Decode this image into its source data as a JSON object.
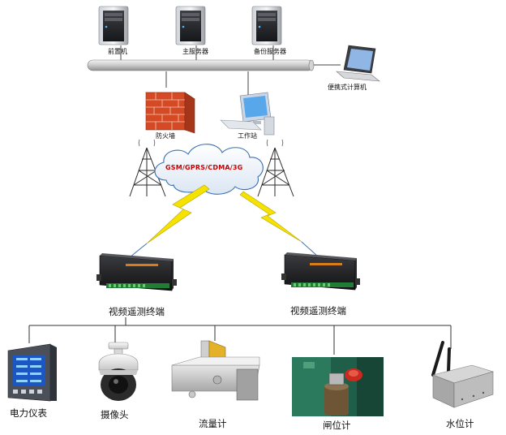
{
  "servers": [
    {
      "label": "前置机"
    },
    {
      "label": "主服务器"
    },
    {
      "label": "备份服务器"
    }
  ],
  "laptop": {
    "label": "便携式计算机"
  },
  "firewall": {
    "label": "防火墙"
  },
  "workstation": {
    "label": "工作站"
  },
  "network": {
    "label": "GSM/GPRS/CDMA/3G"
  },
  "terminals": [
    {
      "label": "视频遥测终端"
    },
    {
      "label": "视频遥测终端"
    }
  ],
  "devices": [
    {
      "label": "电力仪表"
    },
    {
      "label": "摄像头"
    },
    {
      "label": "流量计"
    },
    {
      "label": "闸位计"
    },
    {
      "label": "水位计"
    }
  ]
}
